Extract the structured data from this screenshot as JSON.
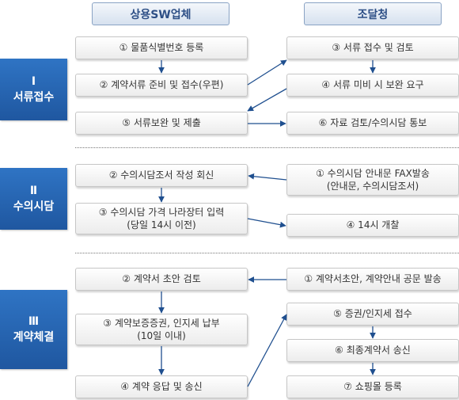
{
  "headers": {
    "vendor": "상용SW업체",
    "agency": "조달청"
  },
  "stages": [
    {
      "numeral": "Ⅰ",
      "name": "서류접수"
    },
    {
      "numeral": "Ⅱ",
      "name": "수의시담"
    },
    {
      "numeral": "Ⅲ",
      "name": "계약체결"
    }
  ],
  "steps": {
    "s1_register": "① 물품식별번호 등록",
    "s1_prepare": "② 계약서류 준비 및 접수(우편)",
    "s1_supplement": "⑤ 서류보완 및 제출",
    "s1_receive": "③ 서류 접수 및 검토",
    "s1_request": "④ 서류 미비 시 보완 요구",
    "s1_notify": "⑥ 자료 검토/수의시담 통보",
    "s2_reply": "② 수의시담조서 작성 회신",
    "s2_input_line1": "③ 수의시담 가격 나라장터 입력",
    "s2_input_line2": "(당일 14시 이전)",
    "s2_fax_line1": "① 수의시담 안내문 FAX발송",
    "s2_fax_line2": "(안내문, 수의시담조서)",
    "s2_open": "④ 14시 개찰",
    "s3_review": "② 계약서 초안 검토",
    "s3_pay_line1": "③ 계약보증증권, 인지세 납부",
    "s3_pay_line2": "(10일 이내)",
    "s3_send": "④ 계약 응답 및 송신",
    "s3_draft": "①  계약서초안, 계약안내 공문 발송",
    "s3_stamp": "⑤ 증권/인지세 접수",
    "s3_final": "⑥ 최종계약서 송신",
    "s3_mall": "⑦ 쇼핑몰 등록"
  }
}
